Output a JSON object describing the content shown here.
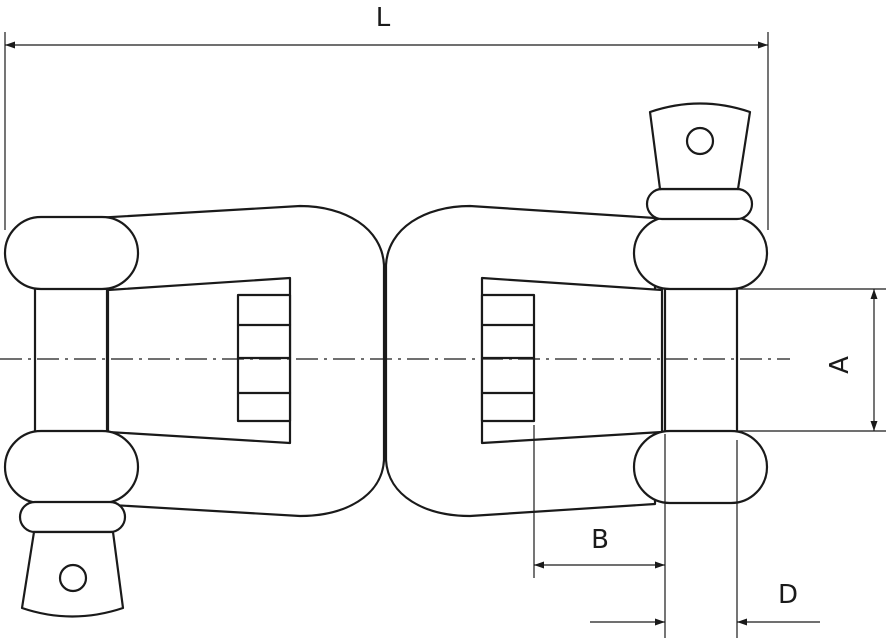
{
  "diagram": {
    "dimensions": {
      "L": "L",
      "A": "A",
      "B": "B",
      "D": "D"
    },
    "stroke_color": "#1a1a1a",
    "background_color": "#ffffff"
  }
}
